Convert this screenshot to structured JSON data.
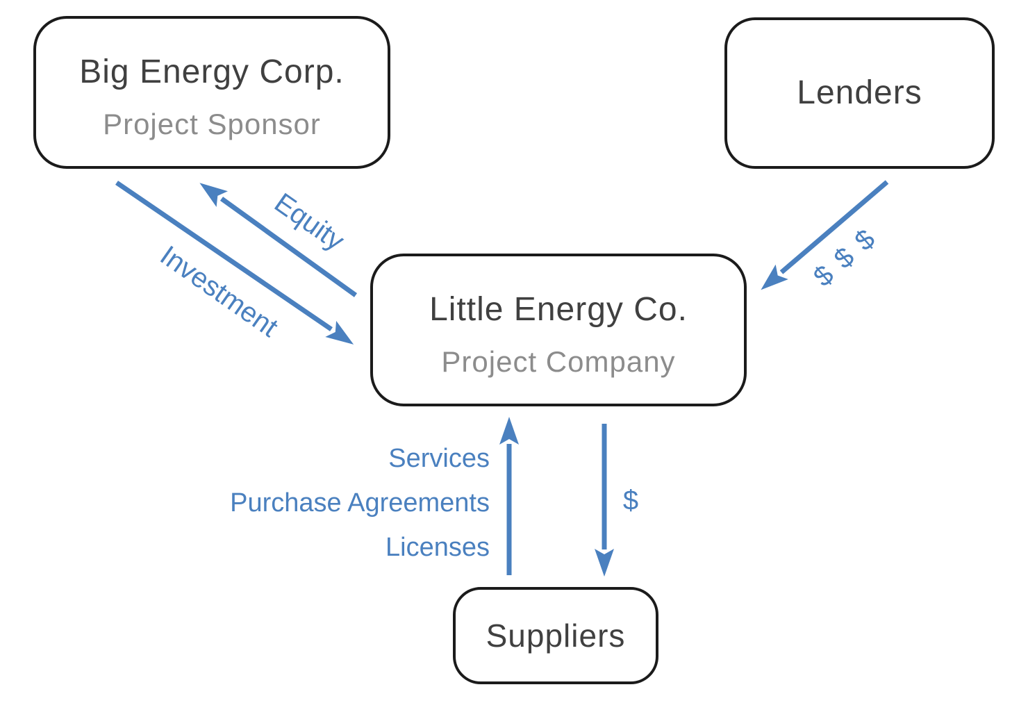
{
  "colors": {
    "accent": "#4a80bf",
    "node_border": "#1b1b1b",
    "node_title": "#404040",
    "node_subtitle": "#8c8c8c",
    "background": "#ffffff"
  },
  "nodes": {
    "sponsor": {
      "title": "Big Energy Corp.",
      "subtitle": "Project Sponsor"
    },
    "lenders": {
      "title": "Lenders"
    },
    "project": {
      "title": "Little Energy Co.",
      "subtitle": "Project Company"
    },
    "suppliers": {
      "title": "Suppliers"
    }
  },
  "edges": {
    "equity": {
      "label": "Equity",
      "from": "project",
      "to": "sponsor"
    },
    "investment": {
      "label": "Investment",
      "from": "sponsor",
      "to": "project"
    },
    "loan": {
      "label": "$ $ $",
      "from": "lenders",
      "to": "project"
    },
    "supply": {
      "lines": [
        "Services",
        "Purchase Agreements",
        "Licenses"
      ],
      "from": "suppliers",
      "to": "project"
    },
    "payment": {
      "label": "$",
      "from": "project",
      "to": "suppliers"
    }
  }
}
